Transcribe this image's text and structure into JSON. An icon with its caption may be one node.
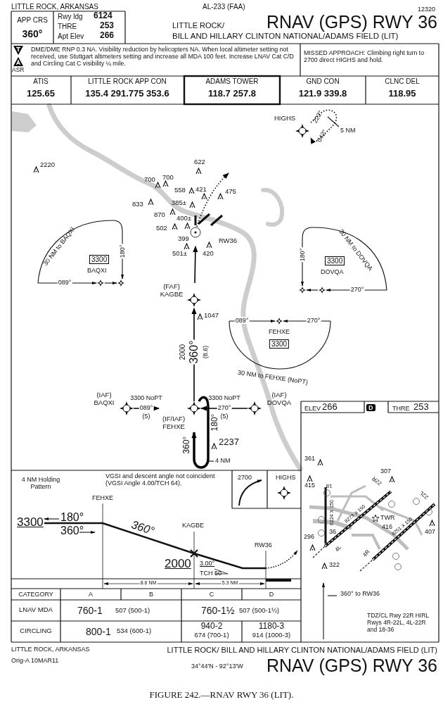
{
  "diagram": {
    "title": "RNAV (GPS) RWY 36",
    "caption": "FIGURE 242.—RNAV RWY 36 (LIT).",
    "nodes": [
      {
        "text": [
          "HIGHS"
        ]
      },
      {
        "text": [
          "RW36"
        ]
      },
      {
        "text": [
          "(FAF) KAGBE"
        ]
      },
      {
        "text": [
          "(IAF) BAQXI"
        ]
      },
      {
        "text": [
          "(IF/IAF) FEHXE"
        ]
      },
      {
        "text": [
          "(IAF) DOVQA"
        ]
      }
    ],
    "edges": [
      {
        "from": 3,
        "to": 4,
        "arrow": "to",
        "label": "089°"
      },
      {
        "from": 5,
        "to": 4,
        "arrow": "to",
        "label": "270°"
      },
      {
        "from": 4,
        "to": 2,
        "arrow": "to",
        "label": "360°"
      },
      {
        "from": 2,
        "to": 1,
        "arrow": "to"
      },
      {
        "from": 1,
        "to": null,
        "arrow": "to",
        "style": "dashed"
      },
      {
        "from": 0,
        "to": 0,
        "arrow": "to",
        "style": "dashed"
      },
      {
        "from": 4,
        "to": 4,
        "arrow": "to",
        "style": "thick"
      }
    ],
    "labels": [
      "LITTLE ROCK, ARKANSAS",
      "AL-233 (FAA)",
      "12320",
      "APP CRS",
      "360°",
      "Rwy ldg",
      "6124",
      "THRE",
      "253",
      "Apt Elev",
      "266",
      "LITTLE ROCK/",
      "BILL AND HILLARY CLINTON NATIONAL/ADAMS FIELD (LIT)",
      "ASR",
      "DME/DME RNP 0.3 NA. Visibility reduction by helicopters NA. When local altimeter setting not received, use Stuttgart altimeters setting and increase all MDA 100 feet. Increase LNAV Cat C/D and Circling Cat C visibility ¼ mile.",
      "MISSED APPROACH: Climbing right turn to 2700 direct HIGHS and hold.",
      "ATIS",
      "125.65",
      "LITTLE ROCK APP CON",
      "135.4 291.775 353.6",
      "ADAMS TOWER",
      "118.7 257.8",
      "GND CON",
      "121.9 339.8",
      "CLNC DEL",
      "118.95",
      "222°",
      "042°",
      "5 NM",
      "2220",
      "622",
      "700",
      "700",
      "558",
      "421",
      "475",
      "833",
      "385±",
      "870",
      "400±",
      "502",
      "399",
      "501±",
      "420",
      "30 NM to BAQXI",
      "180°",
      "3300",
      "BAQXI",
      "089°",
      "30 NM to DOVQA",
      "180°",
      "3300",
      "DOVQA",
      "270°",
      "089°",
      "270°",
      "FEHXE",
      "3300",
      "30 NM to FEHXE (NoPT)",
      "1047",
      "2000",
      "(8.6)",
      "3300 NoPT",
      "(5)",
      "3300 NoPT",
      "(5)",
      "360°",
      "180°",
      "2237",
      "4 NM",
      "ELEV",
      "266",
      "D",
      "THRE",
      "253",
      "361",
      "415",
      "18",
      "307",
      "22R",
      "22L",
      "6224 X 150",
      "8273 X 150",
      "TWR",
      "416",
      "8251 X 150",
      "407",
      "296",
      "36",
      "4L",
      "4R",
      "322",
      "360° to RW36",
      "TDZ/CL Rwy 22R HIRL Rwys 4R-22L, 4L-22R and 18-36",
      "4 NM Holding Pattern",
      "VGSI and descent angle not coincident (VGSI Angle 4.00/TCH 64).",
      "2700",
      "HIGHS",
      "FEHXE",
      "3300",
      "180°",
      "360°",
      "360°",
      "KAGBE",
      "RW36",
      "2000",
      "3.00°",
      "TCH 50",
      "8.6 NM",
      "5.3 NM",
      "CATEGORY",
      "A",
      "B",
      "C",
      "D",
      "LNAV MDA",
      "760-1",
      "507 (500-1)",
      "760-1½",
      "507 (500-1½)",
      "CIRCLING",
      "800-1",
      "534 (600-1)",
      "940-2",
      "674 (700-1)",
      "1180-3",
      "914 (1000-3)",
      "LITTLE ROCK, ARKANSAS",
      "Orig-A 10MAR11",
      "LITTLE ROCK/ BILL AND HILLARY CLINTON NATIONAL/ADAMS FIELD (LIT)",
      "34°44'N - 92°13'W",
      "RNAV (GPS) RWY 36"
    ]
  }
}
